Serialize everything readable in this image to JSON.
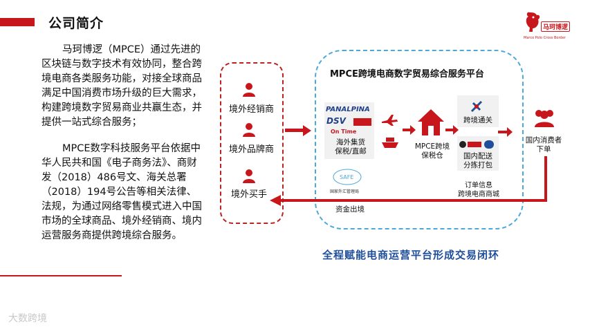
{
  "header": {
    "title": "公司简介"
  },
  "brand": {
    "name": "马珂博逻",
    "sub": "Marco Polo Cross Border"
  },
  "intro": {
    "para1": "马珂博逻（MPCE）通过先进的区块链与数字技术有效协同，整合跨境电商各类服务功能，对接全球商品满足中国消费市场升级的巨大需求，构建跨境数字贸易商业共赢生态，并提供一站式综合服务；",
    "para2": "MPCE数字科技服务平台依据中华人民共和国《电子商务法》、商财发（2018）486号文、海关总署（2018）194号公告等相关法律、法规，为通过网络零售模式进入中国市场的全球商品、境外经销商、境内运营服务商提供跨境综合服务。"
  },
  "sellers": [
    "境外经销商",
    "境外品牌商",
    "境外买手"
  ],
  "platform": {
    "title": "MPCE跨境电商数字贸易综合服务平台",
    "logos": {
      "panalpina": "PANALPINA",
      "dsv": "DSV",
      "ontime": "On Time"
    },
    "overseas": "海外集货\n保税/直邮",
    "warehouse": "MPCE跨境\n保税仓",
    "customs": "跨境通关",
    "delivery": "国内配送\n分拣打包",
    "order_info": "订单信息\n跨境电商商城",
    "forex": "国家外汇管理局",
    "fund": "资金出境"
  },
  "consumer": "国内消费者\n下单",
  "footer": {
    "tagline": "全程赋能电商运营平台形成交易闭环",
    "watermark": "大数跨境"
  },
  "colors": {
    "red": "#c8161d",
    "blue": "#4aa9d8",
    "navy": "#1f4e9b"
  }
}
